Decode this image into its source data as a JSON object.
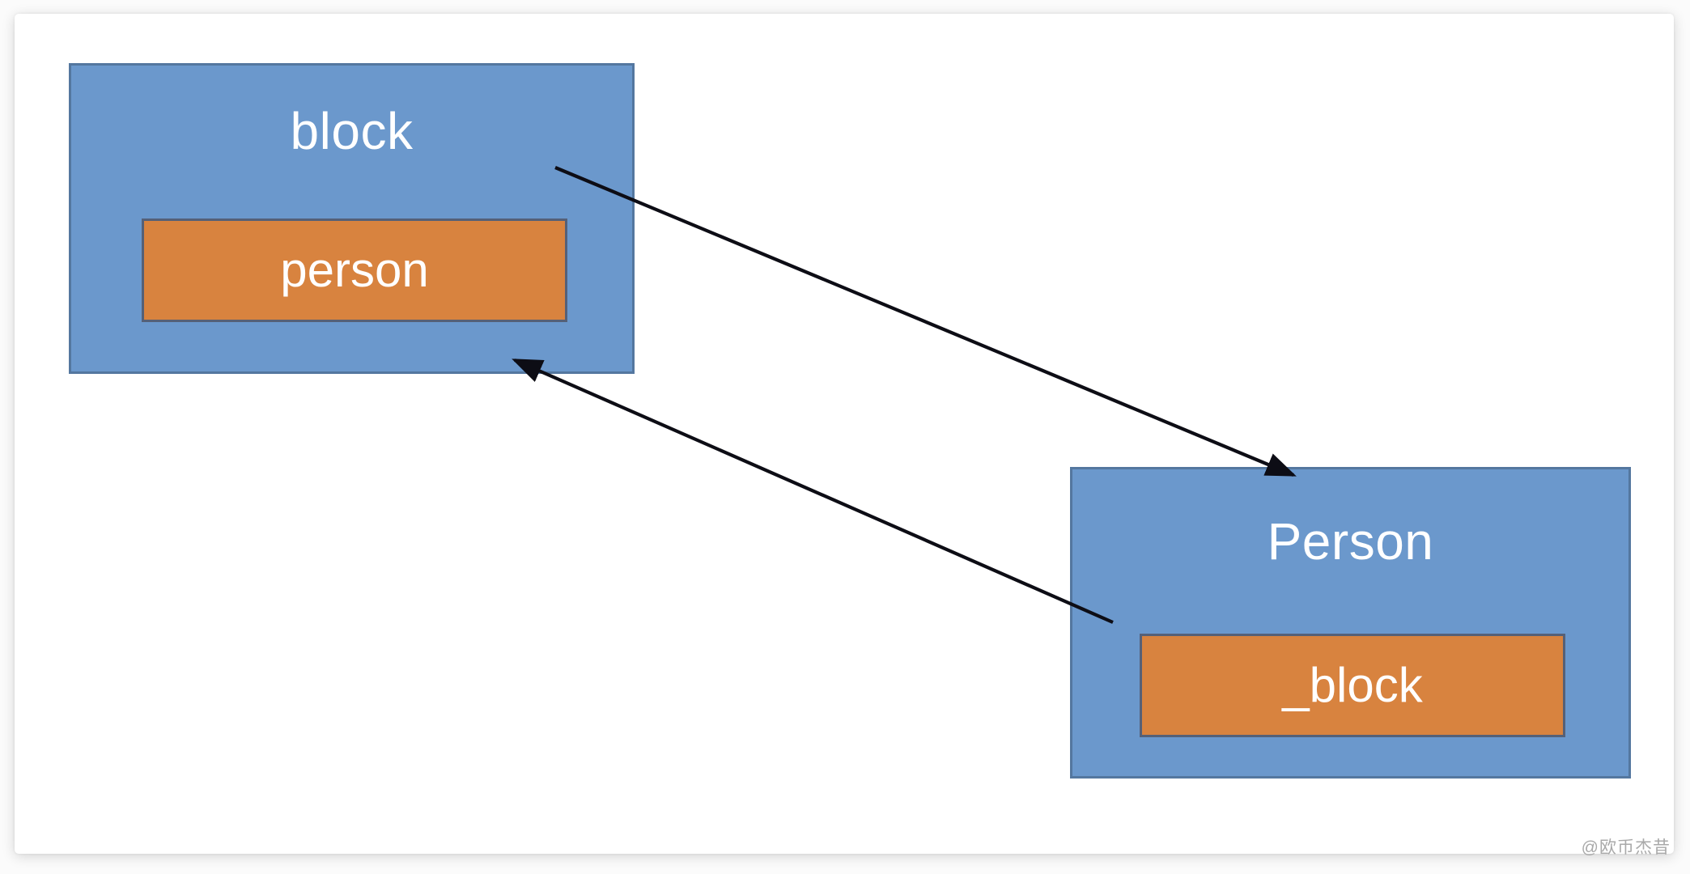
{
  "diagram": {
    "block": {
      "title": "block",
      "member": "person"
    },
    "person": {
      "title": "Person",
      "member": "_block"
    }
  },
  "watermark": "@欧币杰昔",
  "colors": {
    "box_fill": "#6b98cc",
    "box_border": "#54779f",
    "member_fill": "#d8833f",
    "member_border": "#556077",
    "arrow": "#0d0d15",
    "watermark": "#a9a9a9",
    "card_bg": "#ffffff"
  }
}
